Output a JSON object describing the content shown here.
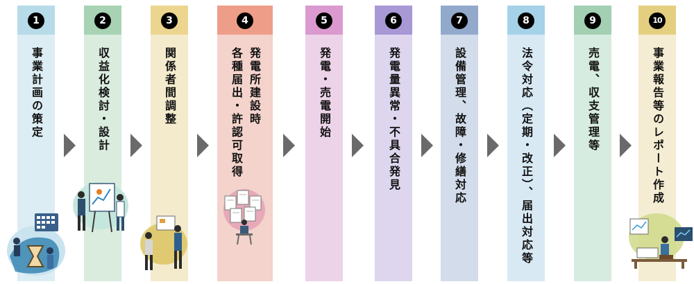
{
  "steps": [
    {
      "num": "1",
      "label": "事業計画の策定",
      "col": "#dcedf3",
      "cap": "#b7dbe8"
    },
    {
      "num": "2",
      "label": "収益化検討・設計",
      "col": "#d9ecde",
      "cap": "#a7d3b4"
    },
    {
      "num": "3",
      "label": "関係者間調整",
      "col": "#f4ebcd",
      "cap": "#ecd58f"
    },
    {
      "num": "4",
      "label1": "発電所建設時",
      "label2": "各種届出・許認可取得",
      "col": "#f3d3cb",
      "cap": "#ee9e88"
    },
    {
      "num": "5",
      "label": "発電・売電開始",
      "col": "#ecd3e8",
      "cap": "#da9acf"
    },
    {
      "num": "6",
      "label": "発電量異常・不具合発見",
      "col": "#ddd6ee",
      "cap": "#a898d6"
    },
    {
      "num": "7",
      "label": "設備管理、故障・修繕対応",
      "col": "#d2dcea",
      "cap": "#93a9cc"
    },
    {
      "num": "8",
      "label": "法令対応（定期・改正）、届出対応等",
      "col": "#d8e9f4",
      "cap": "#a5d2e8"
    },
    {
      "num": "9",
      "label": "売電、収支管理等",
      "col": "#d7ece0",
      "cap": "#a3cfb3"
    },
    {
      "num": "10",
      "label": "事業報告等のレポート作成",
      "col": "#f4edd3",
      "cap": "#e4cf80"
    }
  ],
  "colors": {
    "arrow": "#6a6a6a",
    "number_circle": "#000000"
  },
  "illustrations": [
    "planning-illustration",
    "presentation-illustration",
    "meeting-illustration",
    "documents-illustration",
    "report-illustration"
  ]
}
